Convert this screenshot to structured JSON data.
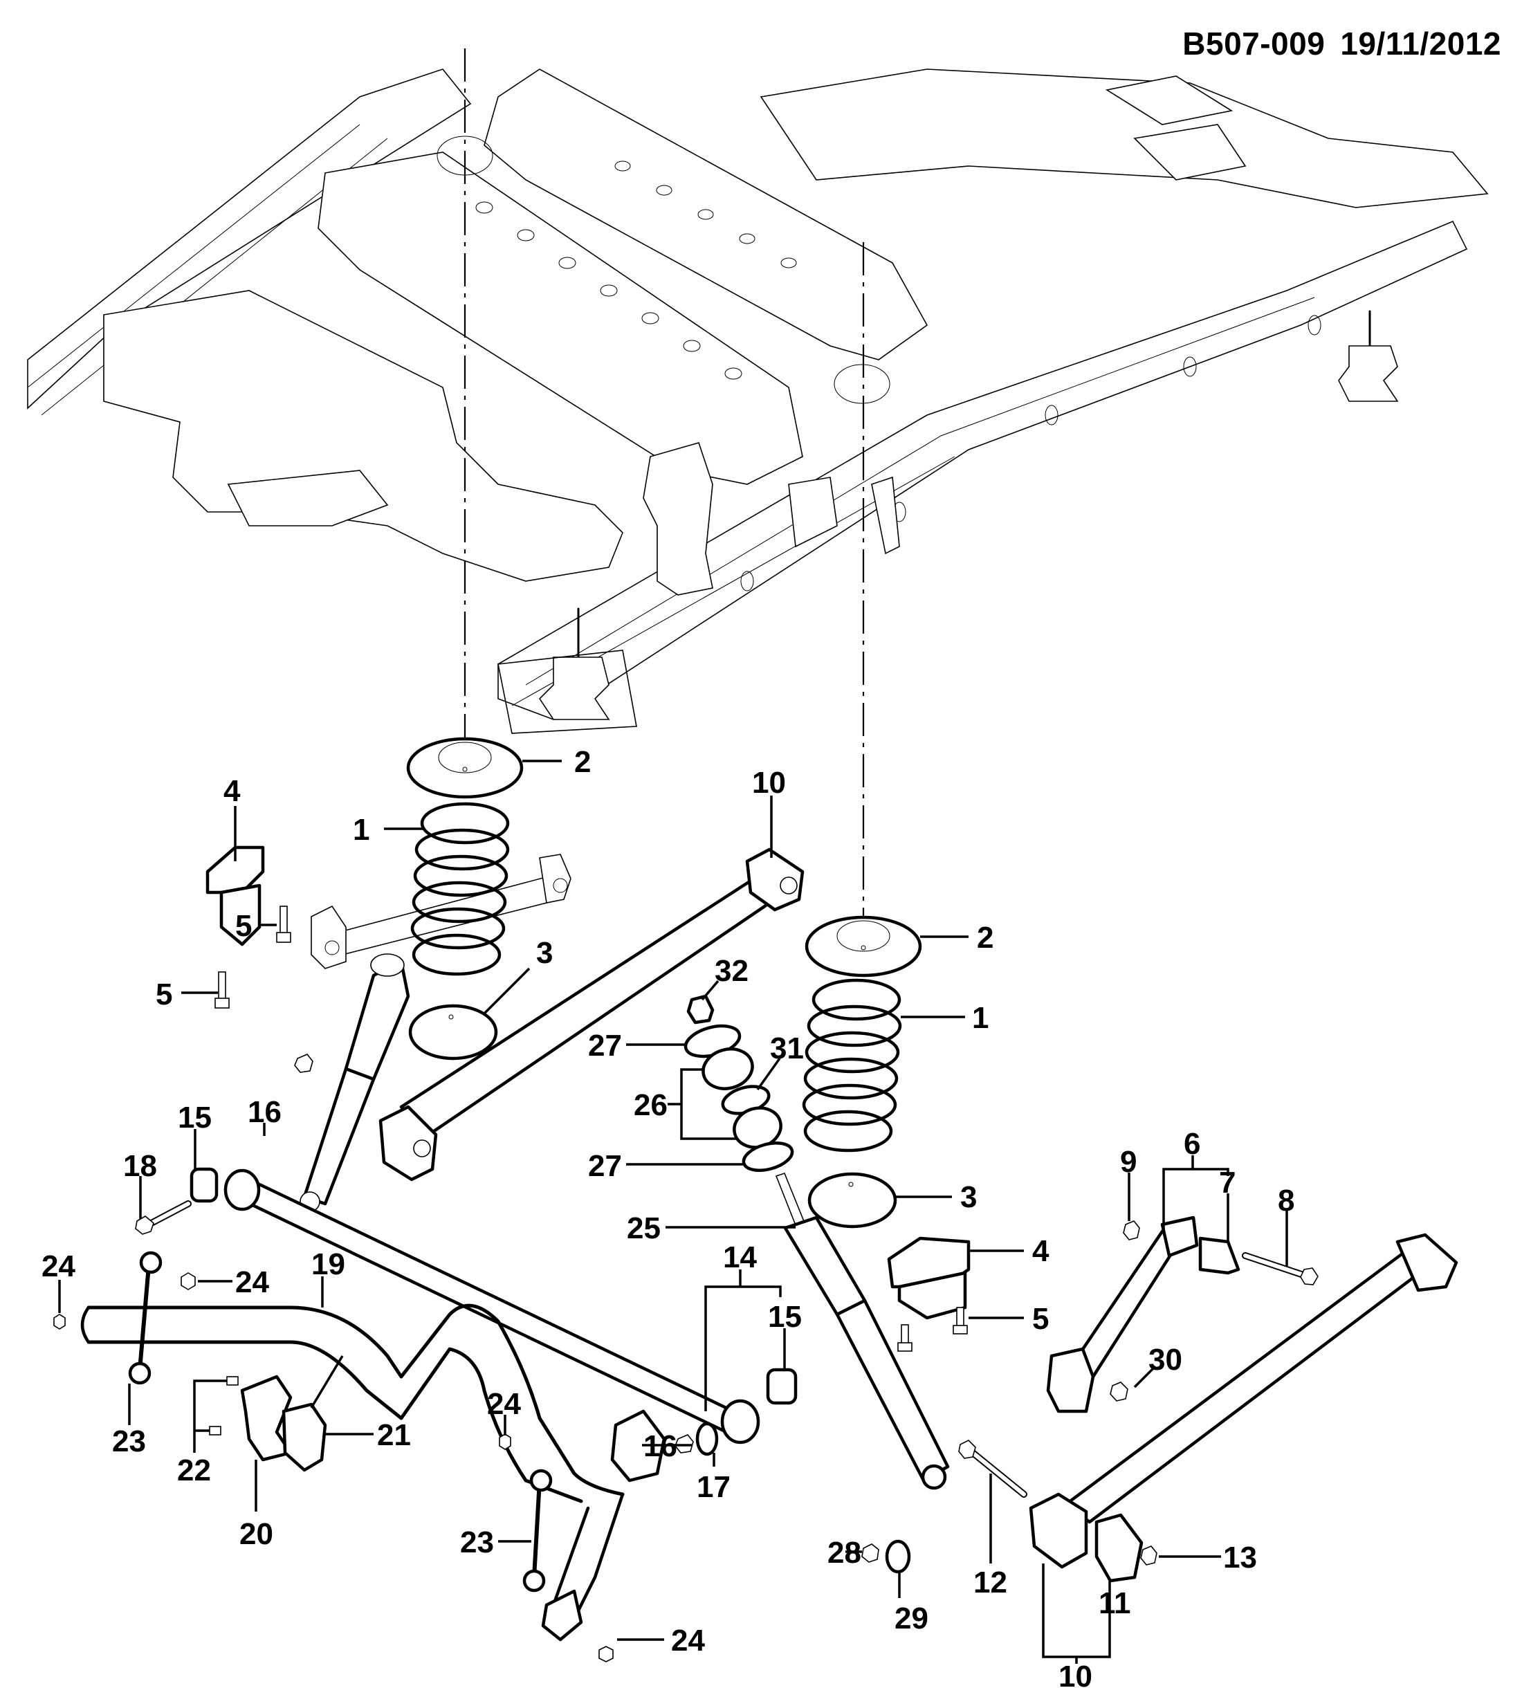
{
  "header": {
    "diagram_code": "B507-009",
    "date": "19/11/2012"
  },
  "diagram": {
    "subject": "Rear suspension exploded view with chassis frame",
    "callouts": [
      {
        "id": "c2a",
        "label": "2",
        "part": "upper spring insulator (left)"
      },
      {
        "id": "c1a",
        "label": "1",
        "part": "coil spring (left)"
      },
      {
        "id": "c4a",
        "label": "4",
        "part": "bracket (left)"
      },
      {
        "id": "c10a",
        "label": "10",
        "part": "upper control arm"
      },
      {
        "id": "c2b",
        "label": "2",
        "part": "upper spring insulator (right)"
      },
      {
        "id": "c1b",
        "label": "1",
        "part": "coil spring (right)"
      },
      {
        "id": "c5a",
        "label": "5",
        "part": "bolt"
      },
      {
        "id": "c5b",
        "label": "5",
        "part": "bolt"
      },
      {
        "id": "c3a",
        "label": "3",
        "part": "lower spring insulator (left)"
      },
      {
        "id": "c32",
        "label": "32",
        "part": "nut"
      },
      {
        "id": "c27a",
        "label": "27",
        "part": "washer (upper)"
      },
      {
        "id": "c31",
        "label": "31",
        "part": "washer"
      },
      {
        "id": "c26",
        "label": "26",
        "part": "shock mount bushing set"
      },
      {
        "id": "c27b",
        "label": "27",
        "part": "washer (lower)"
      },
      {
        "id": "c16a",
        "label": "16",
        "part": "nut"
      },
      {
        "id": "c15a",
        "label": "15",
        "part": "bushing"
      },
      {
        "id": "c18",
        "label": "18",
        "part": "bolt"
      },
      {
        "id": "c6",
        "label": "6",
        "part": "lower control arm assembly"
      },
      {
        "id": "c7",
        "label": "7",
        "part": "bushing"
      },
      {
        "id": "c9",
        "label": "9",
        "part": "nut"
      },
      {
        "id": "c8",
        "label": "8",
        "part": "bolt"
      },
      {
        "id": "c3b",
        "label": "3",
        "part": "lower spring insulator (right)"
      },
      {
        "id": "c25",
        "label": "25",
        "part": "shock absorber"
      },
      {
        "id": "c4b",
        "label": "4",
        "part": "bracket (right)"
      },
      {
        "id": "c24a",
        "label": "24",
        "part": "nut"
      },
      {
        "id": "c24b",
        "label": "24",
        "part": "nut"
      },
      {
        "id": "c19",
        "label": "19",
        "part": "stabilizer bar"
      },
      {
        "id": "c14",
        "label": "14",
        "part": "lateral rod assembly"
      },
      {
        "id": "c15b",
        "label": "15",
        "part": "bushing"
      },
      {
        "id": "c5c",
        "label": "5",
        "part": "bolt"
      },
      {
        "id": "c30",
        "label": "30",
        "part": "nut"
      },
      {
        "id": "c24c",
        "label": "24",
        "part": "nut"
      },
      {
        "id": "c21",
        "label": "21",
        "part": "stabilizer bushing"
      },
      {
        "id": "c23a",
        "label": "23",
        "part": "stabilizer link (left)"
      },
      {
        "id": "c16b",
        "label": "16",
        "part": "nut"
      },
      {
        "id": "c22",
        "label": "22",
        "part": "bolts"
      },
      {
        "id": "c17",
        "label": "17",
        "part": "washer"
      },
      {
        "id": "c20",
        "label": "20",
        "part": "stabilizer clamp"
      },
      {
        "id": "c23b",
        "label": "23",
        "part": "stabilizer link (right)"
      },
      {
        "id": "c28",
        "label": "28",
        "part": "nut"
      },
      {
        "id": "c13",
        "label": "13",
        "part": "nut"
      },
      {
        "id": "c12",
        "label": "12",
        "part": "bolt"
      },
      {
        "id": "c11",
        "label": "11",
        "part": "bushing"
      },
      {
        "id": "c29",
        "label": "29",
        "part": "washer"
      },
      {
        "id": "c24d",
        "label": "24",
        "part": "nut"
      },
      {
        "id": "c10b",
        "label": "10",
        "part": "trailing arm assembly"
      }
    ]
  }
}
